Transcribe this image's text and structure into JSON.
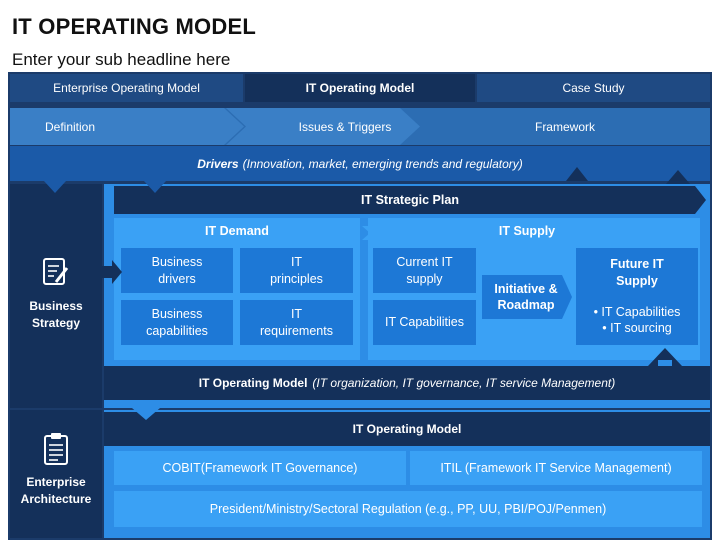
{
  "title": "IT OPERATING MODEL",
  "subtitle": "Enter your sub headline here",
  "tabs": [
    "Enterprise Operating Model",
    "IT Operating Model",
    "Case Study"
  ],
  "steps": [
    "Definition",
    "Issues & Triggers",
    "Framework"
  ],
  "drivers": {
    "label": "Drivers",
    "text": "(Innovation, market, emerging trends and regulatory)"
  },
  "left_sections": [
    {
      "label_line1": "Business",
      "label_line2": "Strategy",
      "icon": "strategy-document-icon"
    },
    {
      "label_line1": "Enterprise",
      "label_line2": "Architecture",
      "icon": "clipboard-icon"
    }
  ],
  "strategic_plan": "IT Strategic Plan",
  "it_demand": {
    "title": "IT Demand",
    "items": [
      {
        "line1": "Business",
        "line2": "drivers"
      },
      {
        "line1": "IT",
        "line2": "principles"
      },
      {
        "line1": "Business",
        "line2": "capabilities"
      },
      {
        "line1": "IT",
        "line2": "requirements"
      }
    ]
  },
  "it_supply": {
    "title": "IT Supply",
    "current": {
      "line1": "Current IT",
      "line2": "supply"
    },
    "capabilities": "IT Capabilities",
    "initiative": {
      "line1": "Initiative &",
      "line2": "Roadmap"
    },
    "future": {
      "line1": "Future IT",
      "line2": "Supply",
      "bullets": [
        "• IT Capabilities",
        "• IT sourcing"
      ]
    }
  },
  "operating_bar": {
    "label": "IT Operating Model",
    "detail": "(IT organization, IT governance, IT service Management)"
  },
  "ea": {
    "header": "IT Operating Model",
    "cobit": "COBIT(Framework IT Governance)",
    "itil": "ITIL (Framework IT Service Management)",
    "regulation": "President/Ministry/Sectoral Regulation (e.g., PP, UU, PBI/POJ/Penmen)"
  },
  "colors": {
    "frame": "#1b3b6a",
    "dark": "#14305a",
    "mid": "#2c6db3",
    "bright": "#2d8de6",
    "light": "#3aa1f5"
  }
}
